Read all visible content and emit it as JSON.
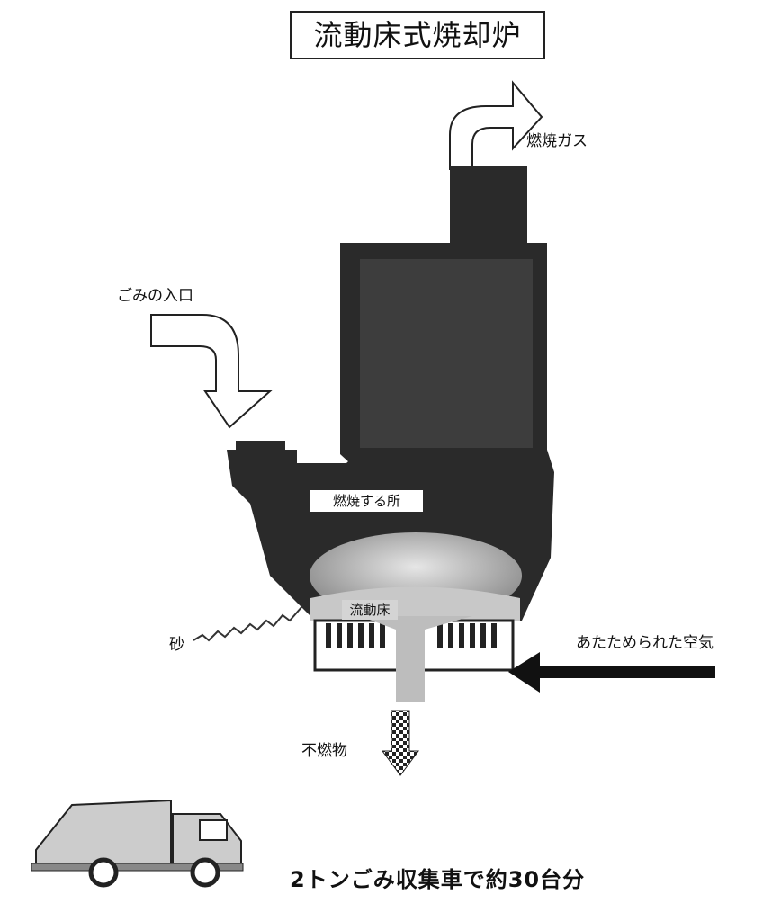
{
  "title": "流動床式焼却炉",
  "labels": {
    "exhaust_gas": "燃焼ガス",
    "waste_inlet": "ごみの入口",
    "combustion_zone": "燃焼する所",
    "fluidized_bed": "流動床",
    "sand": "砂",
    "heated_air": "あたためられた空気",
    "incombustibles": "不燃物"
  },
  "capacity_note": "2トンごみ収集車で約30台分",
  "colors": {
    "furnace": "#2a2a2a",
    "interior": "#3d3d3d",
    "bed": "#c8c8c8"
  }
}
